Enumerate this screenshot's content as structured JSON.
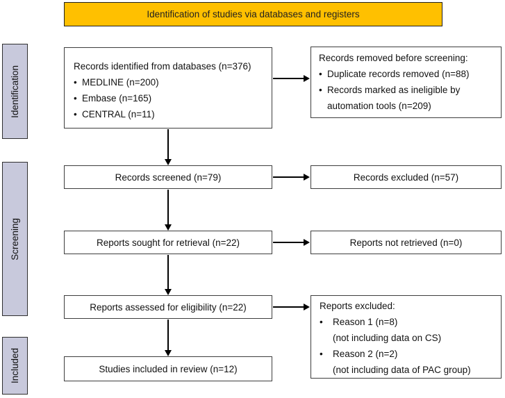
{
  "banner": {
    "label": "Identification of studies via databases and registers"
  },
  "colors": {
    "banner_bg": "#FFC000",
    "stage_bg": "#C8C9DC",
    "box_border": "#3D3D3D",
    "arrow": "#000000"
  },
  "stages": {
    "identification": "Identification",
    "screening": "Screening",
    "included": "Included"
  },
  "boxes": {
    "identified": {
      "title": "Records identified from databases (n=376)",
      "bullets": [
        "MEDLINE (n=200)",
        "Embase (n=165)",
        "CENTRAL (n=11)"
      ]
    },
    "removed": {
      "title": "Records removed before screening:",
      "bullets": [
        "Duplicate records removed (n=88)",
        "Records marked as ineligible by automation tools (n=209)"
      ]
    },
    "screened": {
      "label": "Records screened (n=79)"
    },
    "records_excluded": {
      "label": "Records excluded (n=57)"
    },
    "sought": {
      "label": "Reports sought for retrieval (n=22)"
    },
    "not_retrieved": {
      "label": "Reports not retrieved (n=0)"
    },
    "assessed": {
      "label": "Reports assessed for eligibility (n=22)"
    },
    "reports_excluded": {
      "title": "Reports excluded:",
      "bullets": [
        {
          "main": "Reason 1 (n=8)",
          "sub": "(not including data on CS)"
        },
        {
          "main": "Reason 2 (n=2)",
          "sub": "(not including data of PAC group)"
        }
      ]
    },
    "included_review": {
      "label": "Studies included in review (n=12)"
    }
  }
}
